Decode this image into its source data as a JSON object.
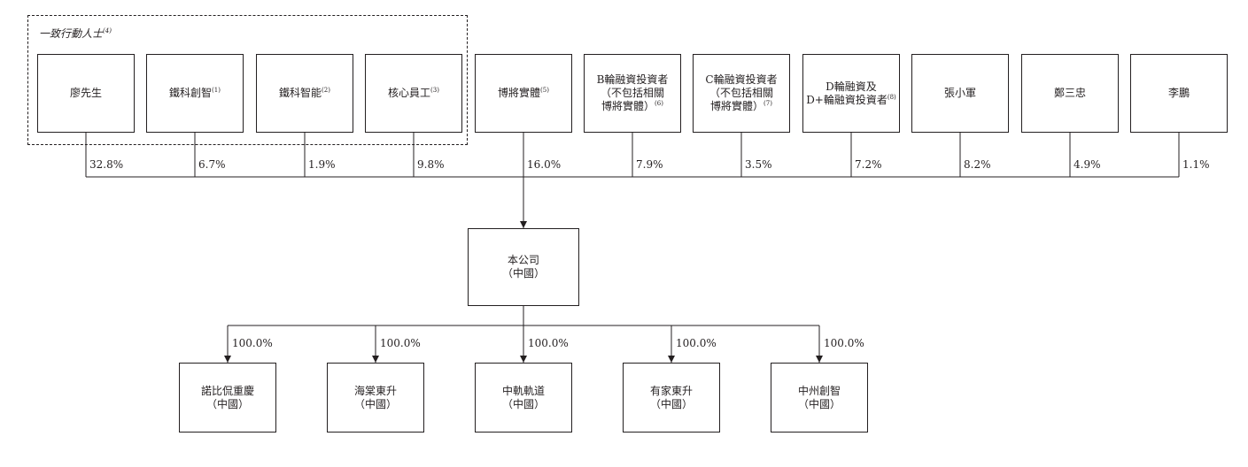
{
  "concert_group": {
    "label": "一致行動人士",
    "note": "(4)"
  },
  "shareholders": [
    {
      "lines": [
        "廖先生"
      ],
      "note": "",
      "pct": "32.8%"
    },
    {
      "lines": [
        "鐵科創智"
      ],
      "note": "(1)",
      "pct": "6.7%"
    },
    {
      "lines": [
        "鐵科智能"
      ],
      "note": "(2)",
      "pct": "1.9%"
    },
    {
      "lines": [
        "核心員工"
      ],
      "note": "(3)",
      "pct": "9.8%"
    },
    {
      "lines": [
        "博將實體"
      ],
      "note": "(5)",
      "pct": "16.0%"
    },
    {
      "lines": [
        "B輪融資投資者",
        "（不包括相關",
        "博將實體）"
      ],
      "note": "(6)",
      "pct": "7.9%"
    },
    {
      "lines": [
        "C輪融資投資者",
        "（不包括相關",
        "博將實體）"
      ],
      "note": "(7)",
      "pct": "3.5%"
    },
    {
      "lines": [
        "D輪融資及",
        "D+輪融資投資者"
      ],
      "note": "(8)",
      "pct": "7.2%"
    },
    {
      "lines": [
        "張小軍"
      ],
      "note": "",
      "pct": "8.2%"
    },
    {
      "lines": [
        "鄭三忠"
      ],
      "note": "",
      "pct": "4.9%"
    },
    {
      "lines": [
        "李鵬"
      ],
      "note": "",
      "pct": "1.1%"
    }
  ],
  "company": {
    "lines": [
      "本公司",
      "（中國）"
    ]
  },
  "subsidiaries": [
    {
      "lines": [
        "諾比侃重慶",
        "（中國）"
      ],
      "pct": "100.0%"
    },
    {
      "lines": [
        "海棠東升",
        "（中國）"
      ],
      "pct": "100.0%"
    },
    {
      "lines": [
        "中軌軌道",
        "（中國）"
      ],
      "pct": "100.0%"
    },
    {
      "lines": [
        "有家東升",
        "（中國）"
      ],
      "pct": "100.0%"
    },
    {
      "lines": [
        "中州創智",
        "（中國）"
      ],
      "pct": "100.0%"
    }
  ]
}
